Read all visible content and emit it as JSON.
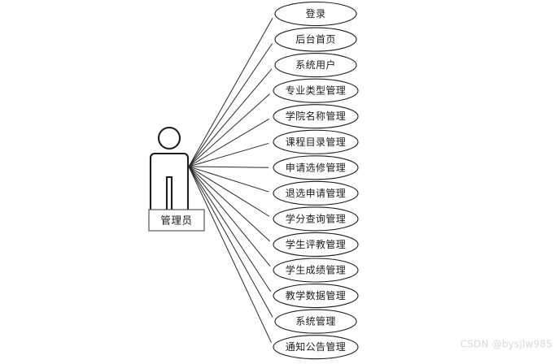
{
  "diagram": {
    "type": "uml-use-case-diagram",
    "background_color": "#ffffff",
    "line_color": "#2a2a2a",
    "text_color": "#1b1b1b",
    "actor": {
      "name": "管理员",
      "label_box": true,
      "icon": "stick-figure-actor"
    },
    "use_cases": [
      {
        "label": "登录"
      },
      {
        "label": "后台首页"
      },
      {
        "label": "系统用户"
      },
      {
        "label": "专业类型管理"
      },
      {
        "label": "学院名称管理"
      },
      {
        "label": "课程目录管理"
      },
      {
        "label": "申请选修管理"
      },
      {
        "label": "退选申请管理"
      },
      {
        "label": "学分查询管理"
      },
      {
        "label": "学生评教管理"
      },
      {
        "label": "学生成绩管理"
      },
      {
        "label": "教学数据管理"
      },
      {
        "label": "系统管理"
      },
      {
        "label": "通知公告管理"
      }
    ],
    "watermark": {
      "text": "CSDN @bysjlw985",
      "color": "#d8d8d8"
    }
  }
}
